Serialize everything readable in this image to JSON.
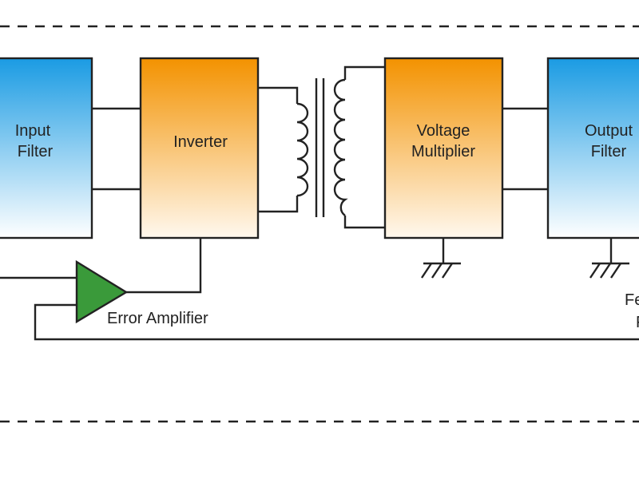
{
  "blocks": {
    "input_filter": [
      "Input",
      "Filter"
    ],
    "inverter": [
      "Inverter"
    ],
    "voltage_multiplier": [
      "Voltage",
      "Multiplier"
    ],
    "output_filter": [
      "Output",
      "Filter"
    ]
  },
  "error_amplifier": "Error Amplifier",
  "feedback_fragments": [
    "Fe",
    "F"
  ],
  "colors": {
    "blue_top": "#1a9be3",
    "blue_bottom": "#ffffff",
    "orange_top": "#f39200",
    "orange_bottom": "#fff8ee",
    "amplifier_green": "#3a9a3a",
    "line": "#222222"
  }
}
